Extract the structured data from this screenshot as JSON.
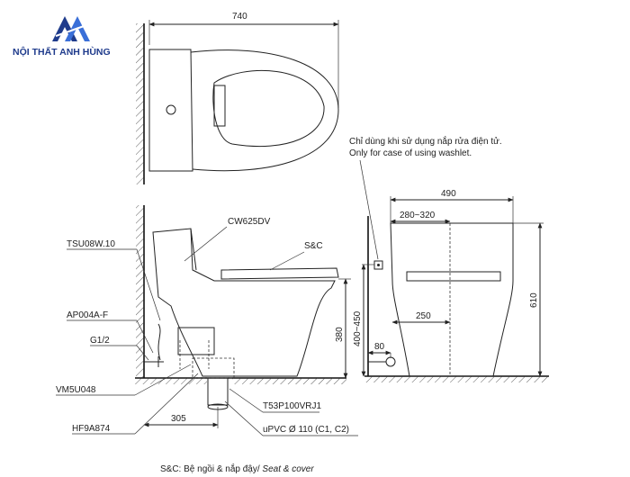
{
  "brand": {
    "name": "NỘI THẤT ANH HÙNG",
    "logo_icon": "mountain-logo-icon",
    "colors": {
      "primary": "#1f3b8c",
      "accent": "#3a6fd8"
    }
  },
  "top_view": {
    "width_dim": "740"
  },
  "side_view": {
    "labels": {
      "model": "CW625DV",
      "seat_cover": "S&C",
      "tsu": "TSU08W.10",
      "ap": "AP004A-F",
      "g": "G1/2",
      "vm": "VM5U048",
      "hf": "HF9A874",
      "t53": "T53P100VRJ1",
      "upvc": "uPVC Ø 110 (C1, C2)"
    },
    "dims": {
      "height_380": "380",
      "rough_305": "305"
    }
  },
  "front_view": {
    "note_vi": "Chỉ dùng khi sử dụng nắp rửa điện tử.",
    "note_en": "Only for case of using washlet.",
    "dims": {
      "width_490": "490",
      "range_280_320": "280~320",
      "dim_250": "250",
      "dim_80": "80",
      "range_400_450": "400~450",
      "height_610": "610"
    }
  },
  "footer": {
    "legend_vi": "S&C: Bệ ngồi & nắp đậy/ ",
    "legend_en": "Seat & cover"
  }
}
